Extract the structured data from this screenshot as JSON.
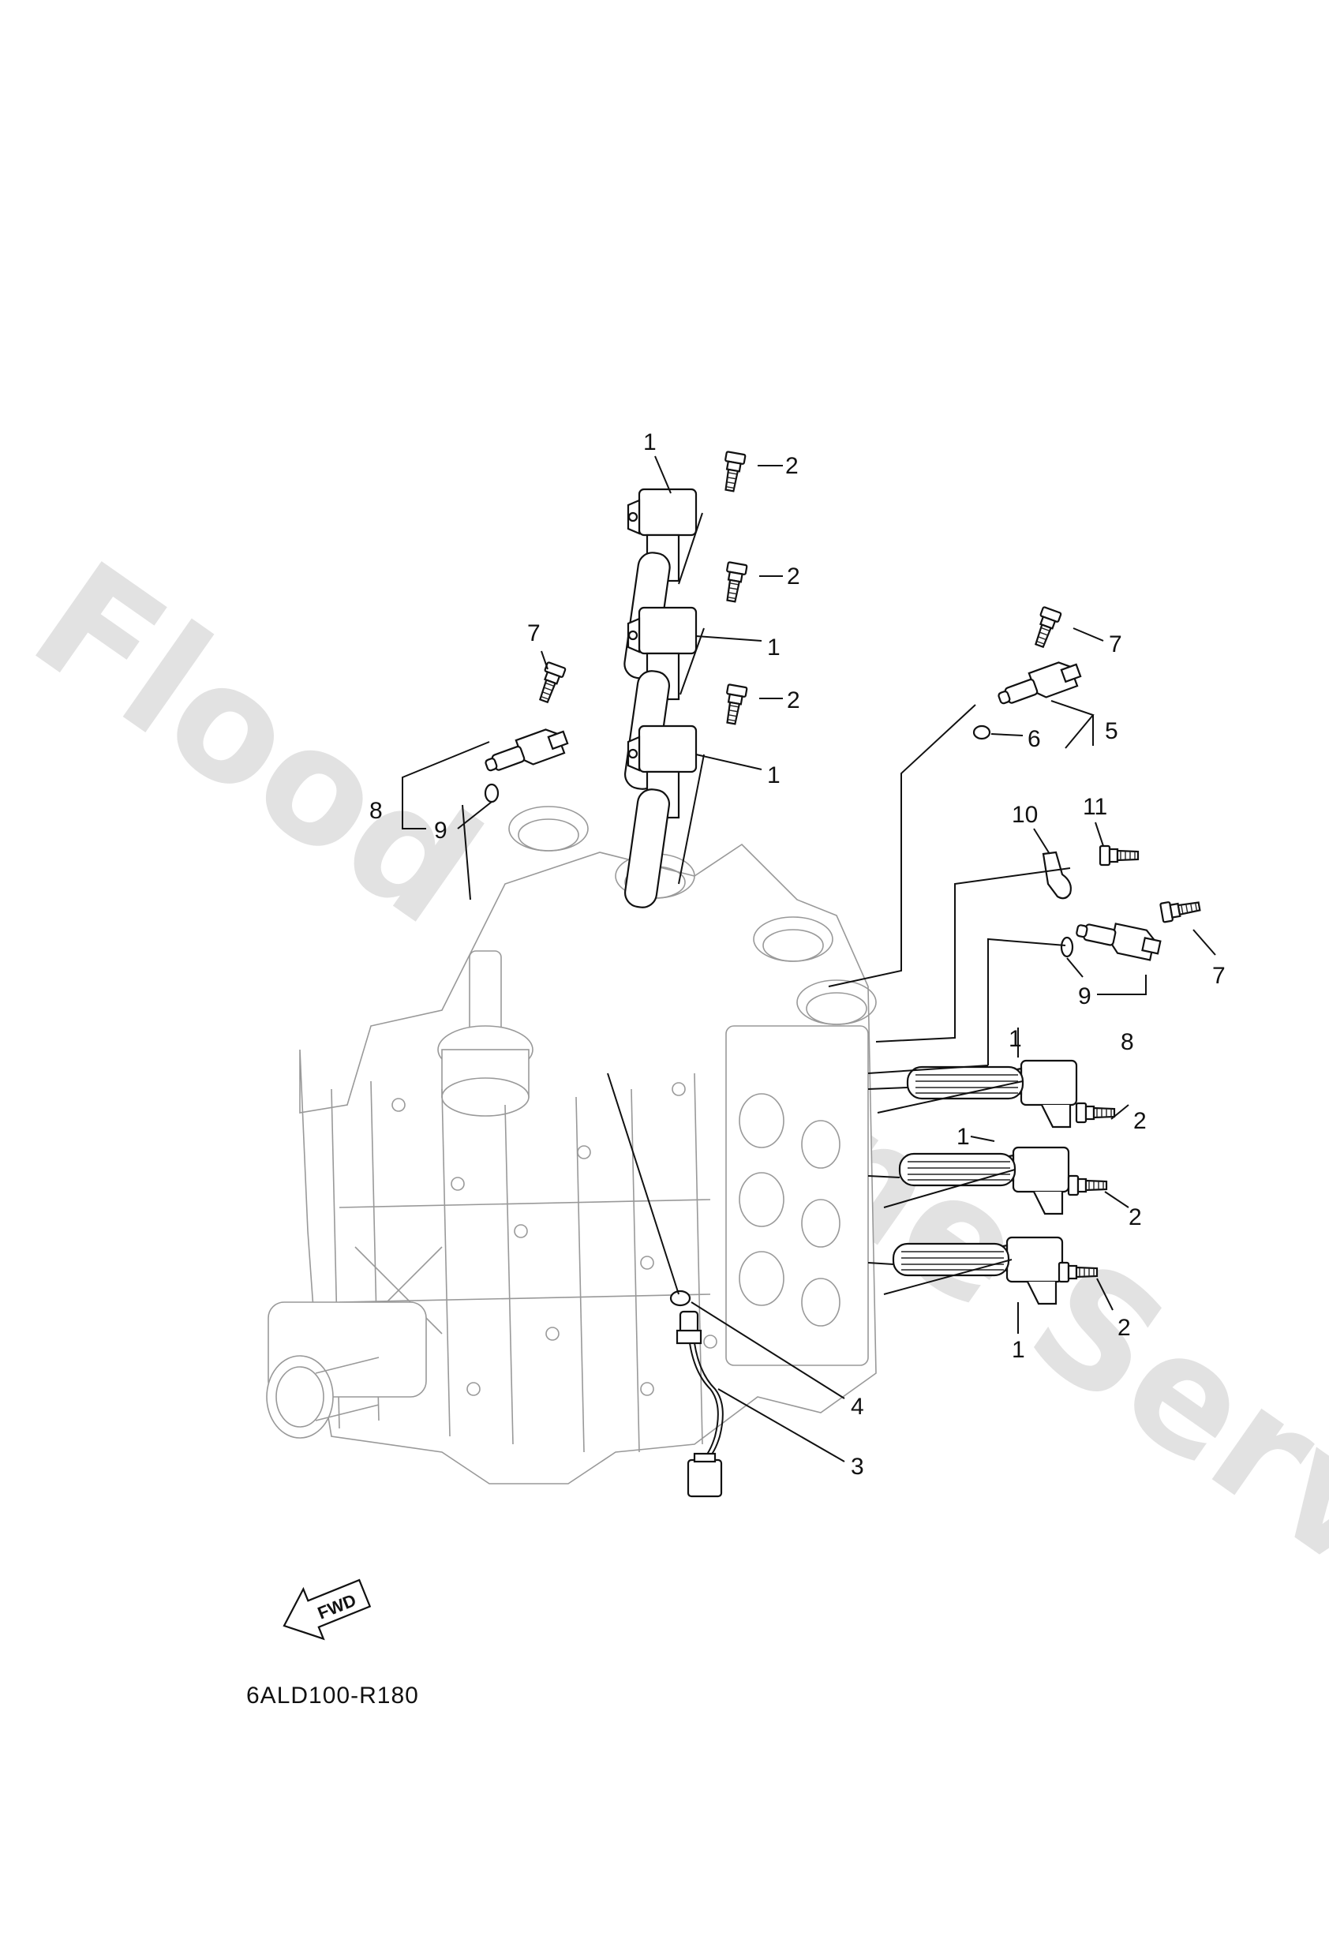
{
  "watermark": "Flood Marine Services",
  "callouts": {
    "c1a": "1",
    "c1b": "1",
    "c1c": "1",
    "c1d": "1",
    "c1e": "1",
    "c1f": "1",
    "c2a": "2",
    "c2b": "2",
    "c2c": "2",
    "c2d": "2",
    "c2e": "2",
    "c2f": "2",
    "c3": "3",
    "c4": "4",
    "c5": "5",
    "c6": "6",
    "c7a": "7",
    "c7b": "7",
    "c7c": "7",
    "c8a": "8",
    "c8b": "8",
    "c9a": "9",
    "c9b": "9",
    "c10": "10",
    "c11": "11"
  },
  "fwd_label": "FWD",
  "diagram_code": "6ALD100-R180"
}
